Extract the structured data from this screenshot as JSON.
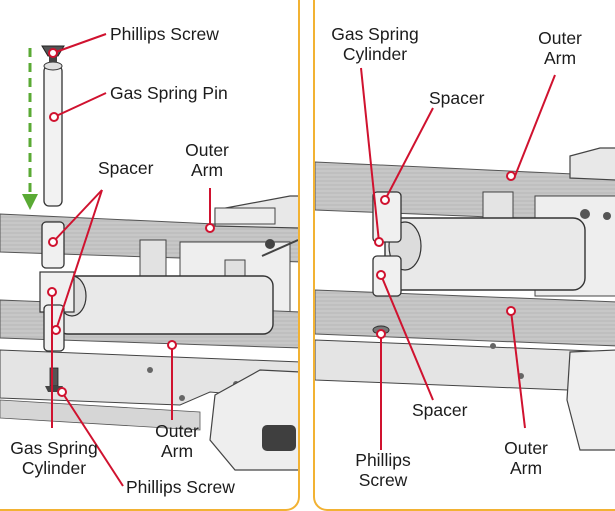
{
  "colors": {
    "border": "#f2b233",
    "callout": "#d0122f",
    "arrow": "#5aaa34",
    "metal": "#e6e6e6",
    "outline": "#3a3a3a"
  },
  "left_panel": {
    "labels": {
      "phillips_screw_top": "Phillips Screw",
      "gas_spring_pin": "Gas Spring Pin",
      "spacer": "Spacer",
      "outer_arm_top": "Outer\nArm",
      "gas_spring_cylinder": "Gas Spring\nCylinder",
      "outer_arm_bottom": "Outer\nArm",
      "phillips_screw_bottom": "Phillips Screw"
    }
  },
  "right_panel": {
    "labels": {
      "gas_spring_cylinder": "Gas Spring\nCylinder",
      "outer_arm_top": "Outer\nArm",
      "spacer_top": "Spacer",
      "spacer_bottom": "Spacer",
      "phillips_screw": "Phillips\nScrew",
      "outer_arm_bottom": "Outer\nArm"
    }
  }
}
